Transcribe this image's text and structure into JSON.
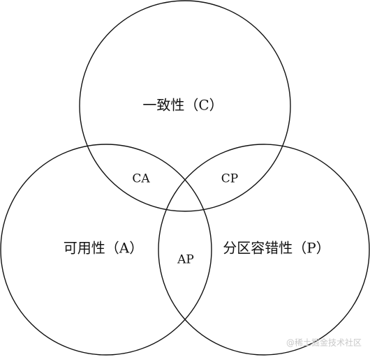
{
  "diagram": {
    "consistency_label": "一致性（C）",
    "availability_label": "可用性（A）",
    "partition_label": "分区容错性（P）",
    "ca_label": "CA",
    "cp_label": "CP",
    "ap_label": "AP"
  },
  "watermark": {
    "text": "@稀土掘金技术社区"
  },
  "colors": {
    "stroke": "#111111",
    "text": "#111111",
    "background": "#ffffff",
    "watermark": "#c8c8c8"
  }
}
